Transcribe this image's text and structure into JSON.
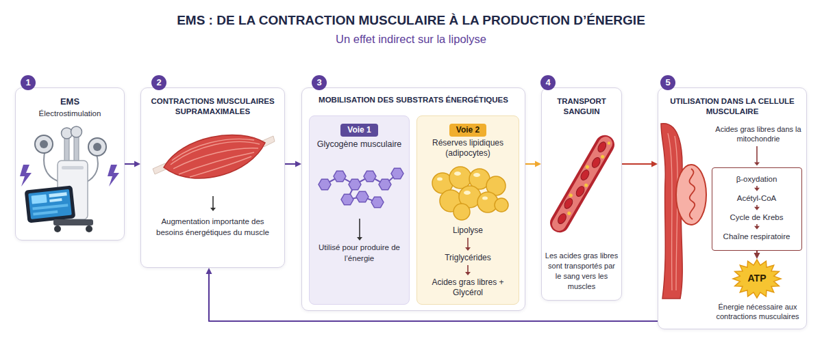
{
  "diagram": {
    "title": "EMS : DE LA CONTRACTION MUSCULAIRE À LA PRODUCTION D’ÉNERGIE",
    "nodes": [
      {
        "text": [
          "EMS",
          "Électrostimulation"
        ]
      },
      {
        "text": [
          "CONTRACTIONS MUSCULAIRES SUPRAMAXIMALES",
          "Augmentation importante des besoins énergétiques du muscle"
        ]
      },
      {
        "text": [
          "MOBILISATION DES SUBSTRATS ÉNERGÉTIQUES"
        ]
      },
      {
        "text": [
          "Voie 1",
          "Glycogène musculaire",
          "Utilisé pour produire de l’énergie"
        ],
        "in": 2
      },
      {
        "text": [
          "Voie 2",
          "Réserves lipidiques (adipocytes)",
          "Lipolyse",
          "Triglycérides",
          "Acides gras libres + Glycérol"
        ],
        "in": 2
      },
      {
        "text": [
          "TRANSPORT SANGUIN",
          "Les acides gras libres sont transportés par le sang vers les muscles"
        ]
      },
      {
        "text": [
          "UTILISATION DANS LA CELLULE MUSCULAIRE",
          "Acides gras libres dans la mitochondrie",
          "Énergie nécessaire aux contractions musculaires"
        ]
      },
      {
        "text": [
          "β-oxydation",
          "Acétyl-CoA",
          "Cycle de Krebs",
          "Chaîne respiratoire"
        ],
        "in": 6
      },
      {
        "text": [
          "ATP"
        ],
        "in": 6
      }
    ],
    "edges": [
      {
        "from": 0,
        "to": 1,
        "arrow": "to"
      },
      {
        "from": 1,
        "to": 2,
        "arrow": "to"
      },
      {
        "from": 2,
        "to": 5,
        "arrow": "to"
      },
      {
        "from": 5,
        "to": 6,
        "arrow": "to"
      },
      {
        "from": 6,
        "to": 1,
        "arrow": "to"
      },
      {
        "from": 7,
        "to": 8,
        "arrow": "to"
      }
    ],
    "labels": [
      "Un effet indirect sur la lipolyse",
      "1",
      "2",
      "3",
      "4",
      "5"
    ]
  }
}
